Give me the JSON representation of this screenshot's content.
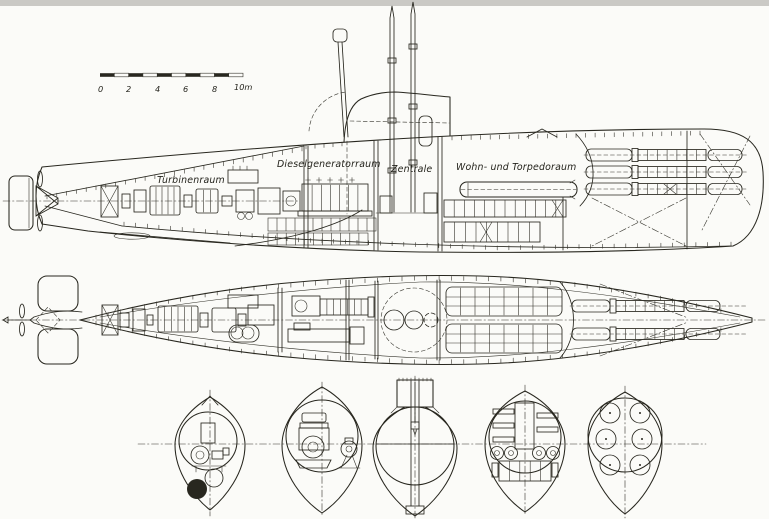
{
  "drawing": {
    "subject": "Submarine general arrangement blueprint",
    "views": [
      "side elevation",
      "deck plan",
      "hull cross-sections"
    ],
    "scale_bar": {
      "ticks": [
        "0",
        "2",
        "4",
        "6",
        "8"
      ],
      "end_label": "10m"
    },
    "side_view": {
      "compartments": [
        {
          "label": "Turbinenraum"
        },
        {
          "label": "Dieselgeneratorraum"
        },
        {
          "label": "Zentrale"
        },
        {
          "label": "Wohn- und Torpedoraum"
        }
      ]
    }
  },
  "colors": {
    "ink": "#28271f",
    "paper": "#fbfbf8",
    "scan_band": "#b9b8b4"
  }
}
